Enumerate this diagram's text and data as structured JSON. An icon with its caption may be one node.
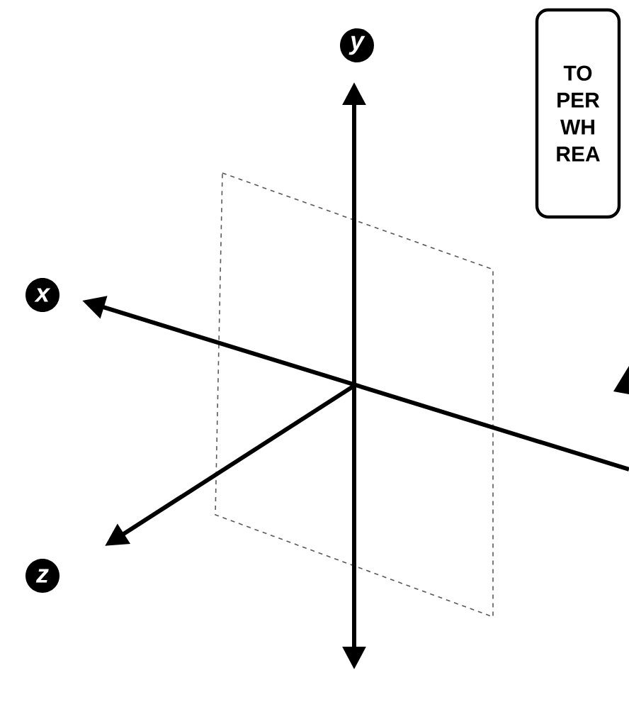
{
  "diagram": {
    "nodes": [
      {
        "text": [
          "TO PER WH REA"
        ]
      }
    ],
    "labels": [
      "y",
      "x",
      "z"
    ]
  }
}
